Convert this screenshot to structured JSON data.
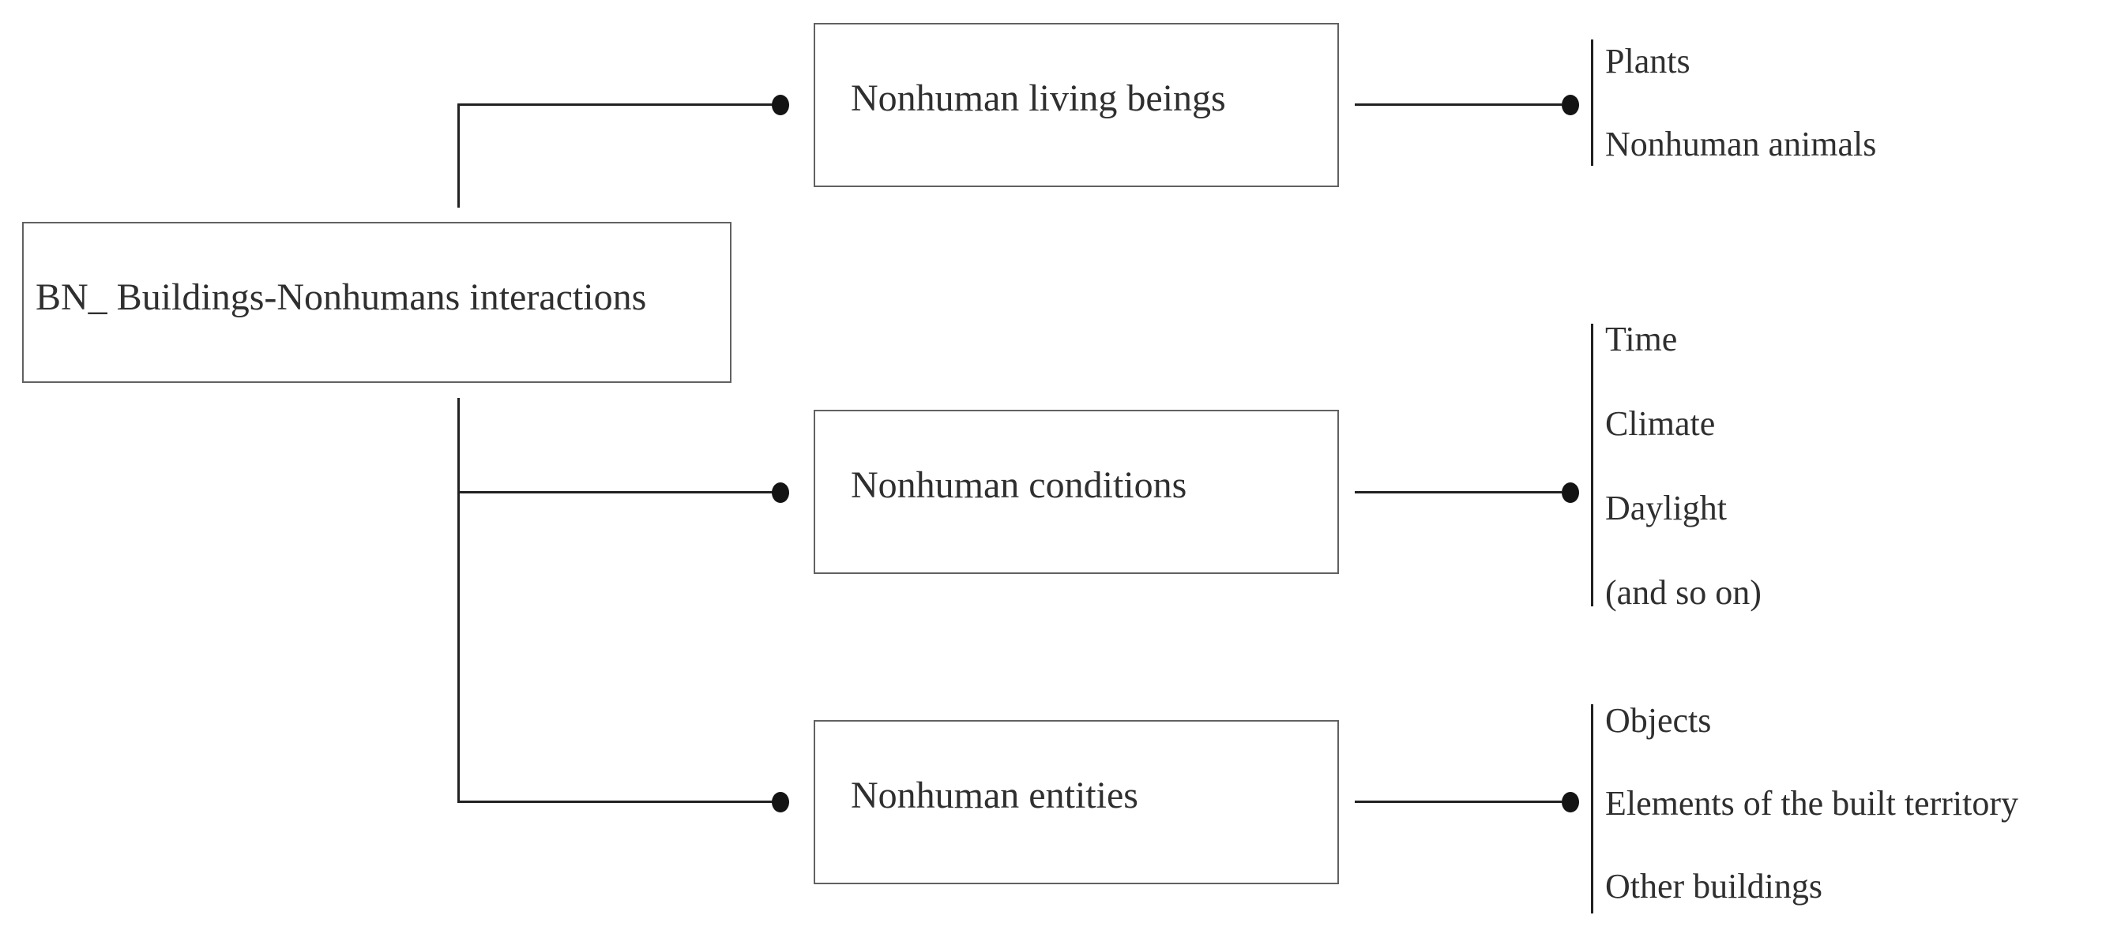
{
  "diagram": {
    "root": {
      "label": "BN_ Buildings-Nonhumans interactions"
    },
    "groups": [
      {
        "box_label": "Nonhuman living beings",
        "items": [
          "Plants",
          "Nonhuman animals"
        ]
      },
      {
        "box_label": "Nonhuman conditions",
        "items": [
          "Time",
          "Climate",
          "Daylight",
          "(and so on)"
        ]
      },
      {
        "box_label": "Nonhuman entities",
        "items": [
          "Objects",
          "Elements of the built territory",
          "Other buildings"
        ]
      }
    ],
    "colors": {
      "background": "#ffffff",
      "text": "#2f2f2f",
      "line": "#212121",
      "box_border": "#616161",
      "dot": "#141414"
    }
  }
}
